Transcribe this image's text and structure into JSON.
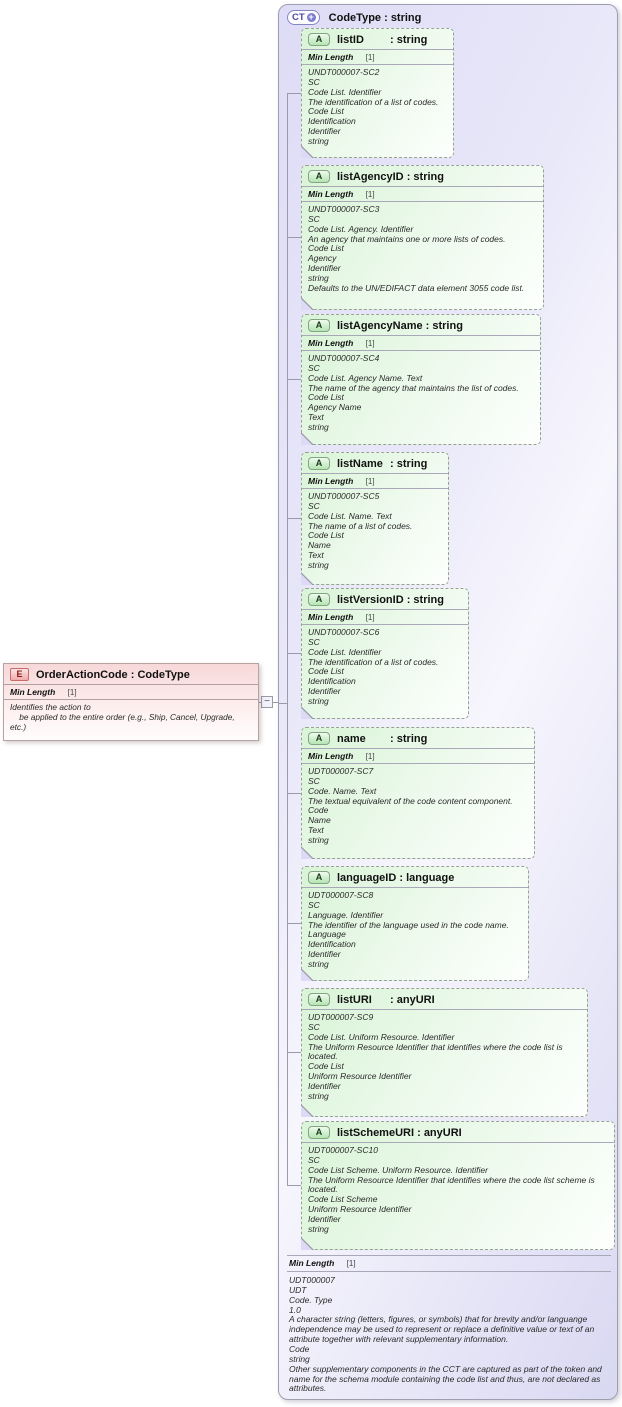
{
  "connector": {
    "toggle_symbol": "−"
  },
  "element": {
    "badge": "E",
    "name": "OrderActionCode",
    "separator": " : ",
    "type": "CodeType",
    "facet_name": "Min Length",
    "facet_cardinality": "[1]",
    "description": "Identifies the action to\n    be applied to the entire order (e.g., Ship, Cancel, Upgrade,\netc.)"
  },
  "complex_type": {
    "badge": "CT",
    "badge_plus": "+",
    "name": "CodeType",
    "separator": " : ",
    "type": "string",
    "facet_name": "Min Length",
    "facet_cardinality": "[1]",
    "annotation": [
      "UDT000007",
      "UDT",
      "Code. Type",
      "1.0",
      "A character string (letters, figures, or symbols) that for brevity and/or languange independence may be used to represent or replace a definitive value or text of an attribute together with relevant supplementary information.",
      "Code",
      "string",
      "Other supplementary components in the CCT are captured as part of the token and name for the schema module containing the code list and thus, are not declared as attributes."
    ],
    "attributes": [
      {
        "badge": "A",
        "name": "listID",
        "separator": " : ",
        "type": "string",
        "facet_name": "Min Length",
        "facet_cardinality": "[1]",
        "annotation": [
          "UNDT000007-SC2",
          "SC",
          "Code List. Identifier",
          "The identification of a list of codes.",
          "Code List",
          "Identification",
          "Identifier",
          "string"
        ]
      },
      {
        "badge": "A",
        "name": "listAgencyID",
        "separator": " : ",
        "type": "string",
        "facet_name": "Min Length",
        "facet_cardinality": "[1]",
        "annotation": [
          "UNDT000007-SC3",
          "SC",
          "Code List. Agency. Identifier",
          "An agency that maintains one or more lists of codes.",
          "Code List",
          "Agency",
          "Identifier",
          "string",
          "Defaults to the UN/EDIFACT data element 3055 code list."
        ]
      },
      {
        "badge": "A",
        "name": "listAgencyName",
        "separator": " : ",
        "type": "string",
        "facet_name": "Min Length",
        "facet_cardinality": "[1]",
        "annotation": [
          "UNDT000007-SC4",
          "SC",
          "Code List. Agency Name. Text",
          "The name of the agency that maintains the list of codes.",
          "Code List",
          "Agency Name",
          "Text",
          "string"
        ]
      },
      {
        "badge": "A",
        "name": "listName",
        "separator": " : ",
        "type": "string",
        "facet_name": "Min Length",
        "facet_cardinality": "[1]",
        "annotation": [
          "UNDT000007-SC5",
          "SC",
          "Code List. Name. Text",
          "The name of a list of codes.",
          "Code List",
          "Name",
          "Text",
          "string"
        ]
      },
      {
        "badge": "A",
        "name": "listVersionID",
        "separator": " : ",
        "type": "string",
        "facet_name": "Min Length",
        "facet_cardinality": "[1]",
        "annotation": [
          "UNDT000007-SC6",
          "SC",
          "Code List. Identifier",
          "The identification of a list of codes.",
          "Code List",
          "Identification",
          "Identifier",
          "string"
        ]
      },
      {
        "badge": "A",
        "name": "name",
        "separator": " : ",
        "type": "string",
        "facet_name": "Min Length",
        "facet_cardinality": "[1]",
        "annotation": [
          "UDT000007-SC7",
          "SC",
          "Code. Name. Text",
          "The textual equivalent of the code content component.",
          "Code",
          "Name",
          "Text",
          "string"
        ]
      },
      {
        "badge": "A",
        "name": "languageID",
        "separator": " : ",
        "type": "language",
        "annotation": [
          "UDT000007-SC8",
          "SC",
          "Language. Identifier",
          "The identifier of the language used in the code name.",
          "Language",
          "Identification",
          "Identifier",
          "string"
        ]
      },
      {
        "badge": "A",
        "name": "listURI",
        "separator": " : ",
        "type": "anyURI",
        "annotation": [
          "UDT000007-SC9",
          "SC",
          "Code List. Uniform Resource. Identifier",
          "The Uniform Resource Identifier that identifies where the code list is located.",
          "Code List",
          "Uniform Resource Identifier",
          "Identifier",
          "string"
        ]
      },
      {
        "badge": "A",
        "name": "listSchemeURI",
        "separator": " : ",
        "type": "anyURI",
        "annotation": [
          "UDT000007-SC10",
          "SC",
          "Code List Scheme. Uniform Resource. Identifier",
          "The Uniform Resource Identifier that identifies where the code list scheme is located.",
          "Code List Scheme",
          "Uniform Resource Identifier",
          "Identifier",
          "string"
        ]
      }
    ]
  }
}
